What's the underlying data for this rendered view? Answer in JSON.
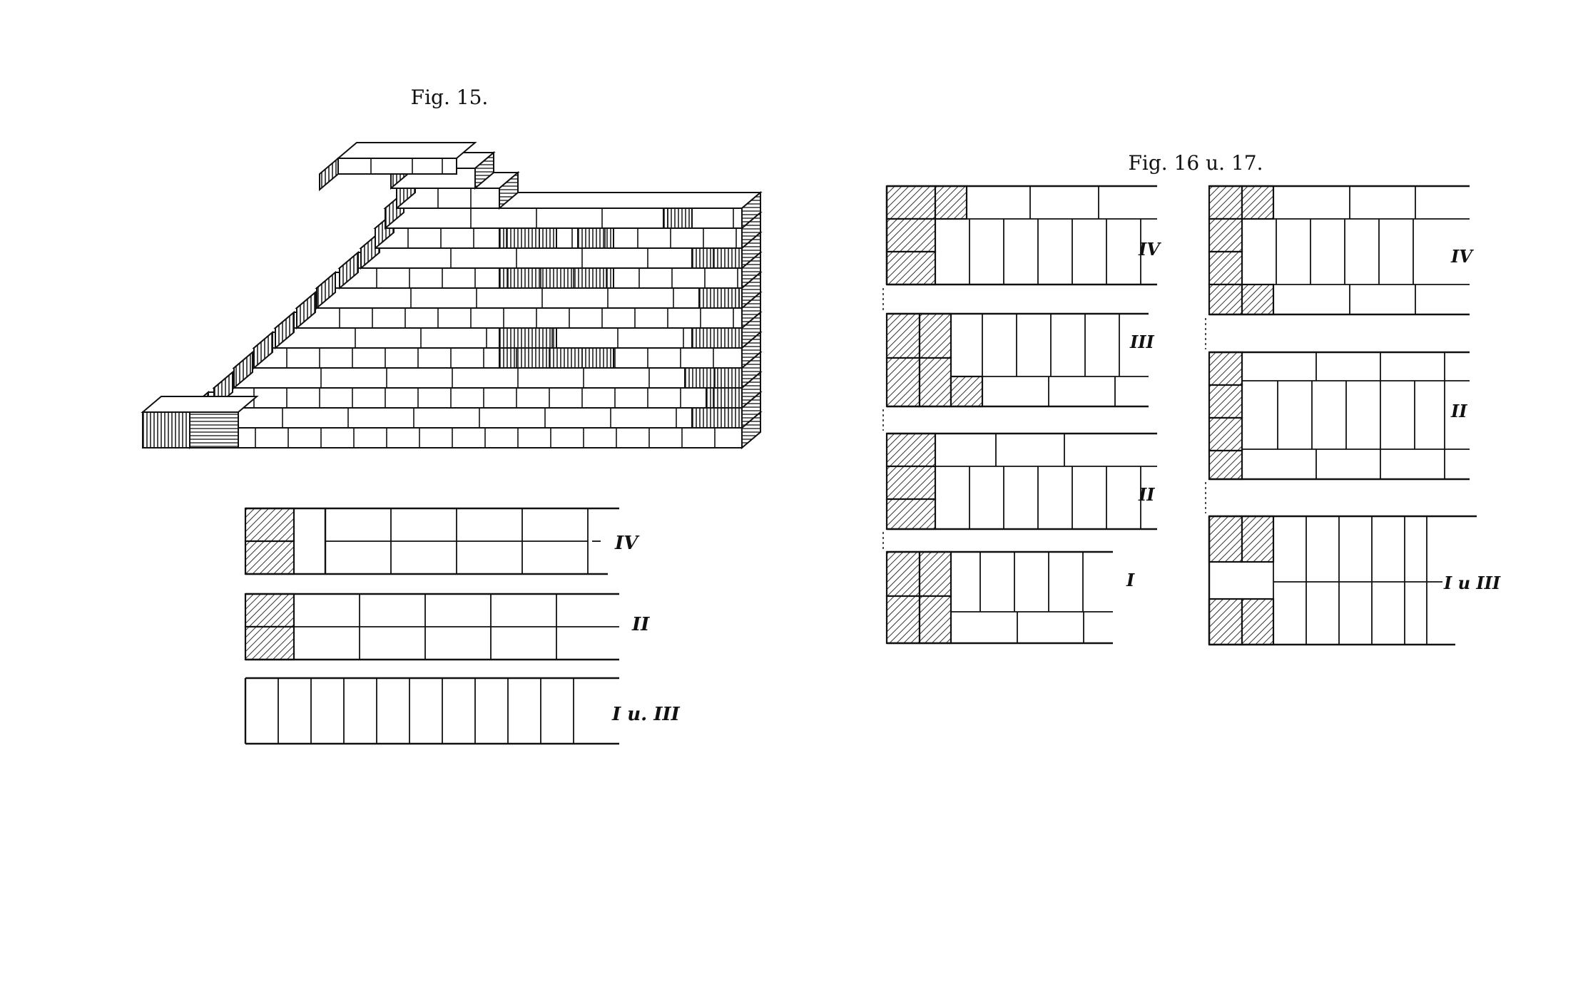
{
  "figures": {
    "fig15": {
      "caption": "Fig. 15.",
      "plans": [
        {
          "label": "IV"
        },
        {
          "label": "II"
        },
        {
          "label": "I u. III"
        }
      ]
    },
    "fig16_17": {
      "caption": "Fig. 16 u. 17.",
      "left_plans": [
        {
          "label": "IV"
        },
        {
          "label": "III"
        },
        {
          "label": "II"
        },
        {
          "label": "I"
        }
      ],
      "right_plans": [
        {
          "label": "IV"
        },
        {
          "label": "II"
        },
        {
          "label": "I u III"
        }
      ]
    }
  },
  "colors": {
    "ink": "#111111",
    "paper": "#ffffff"
  }
}
